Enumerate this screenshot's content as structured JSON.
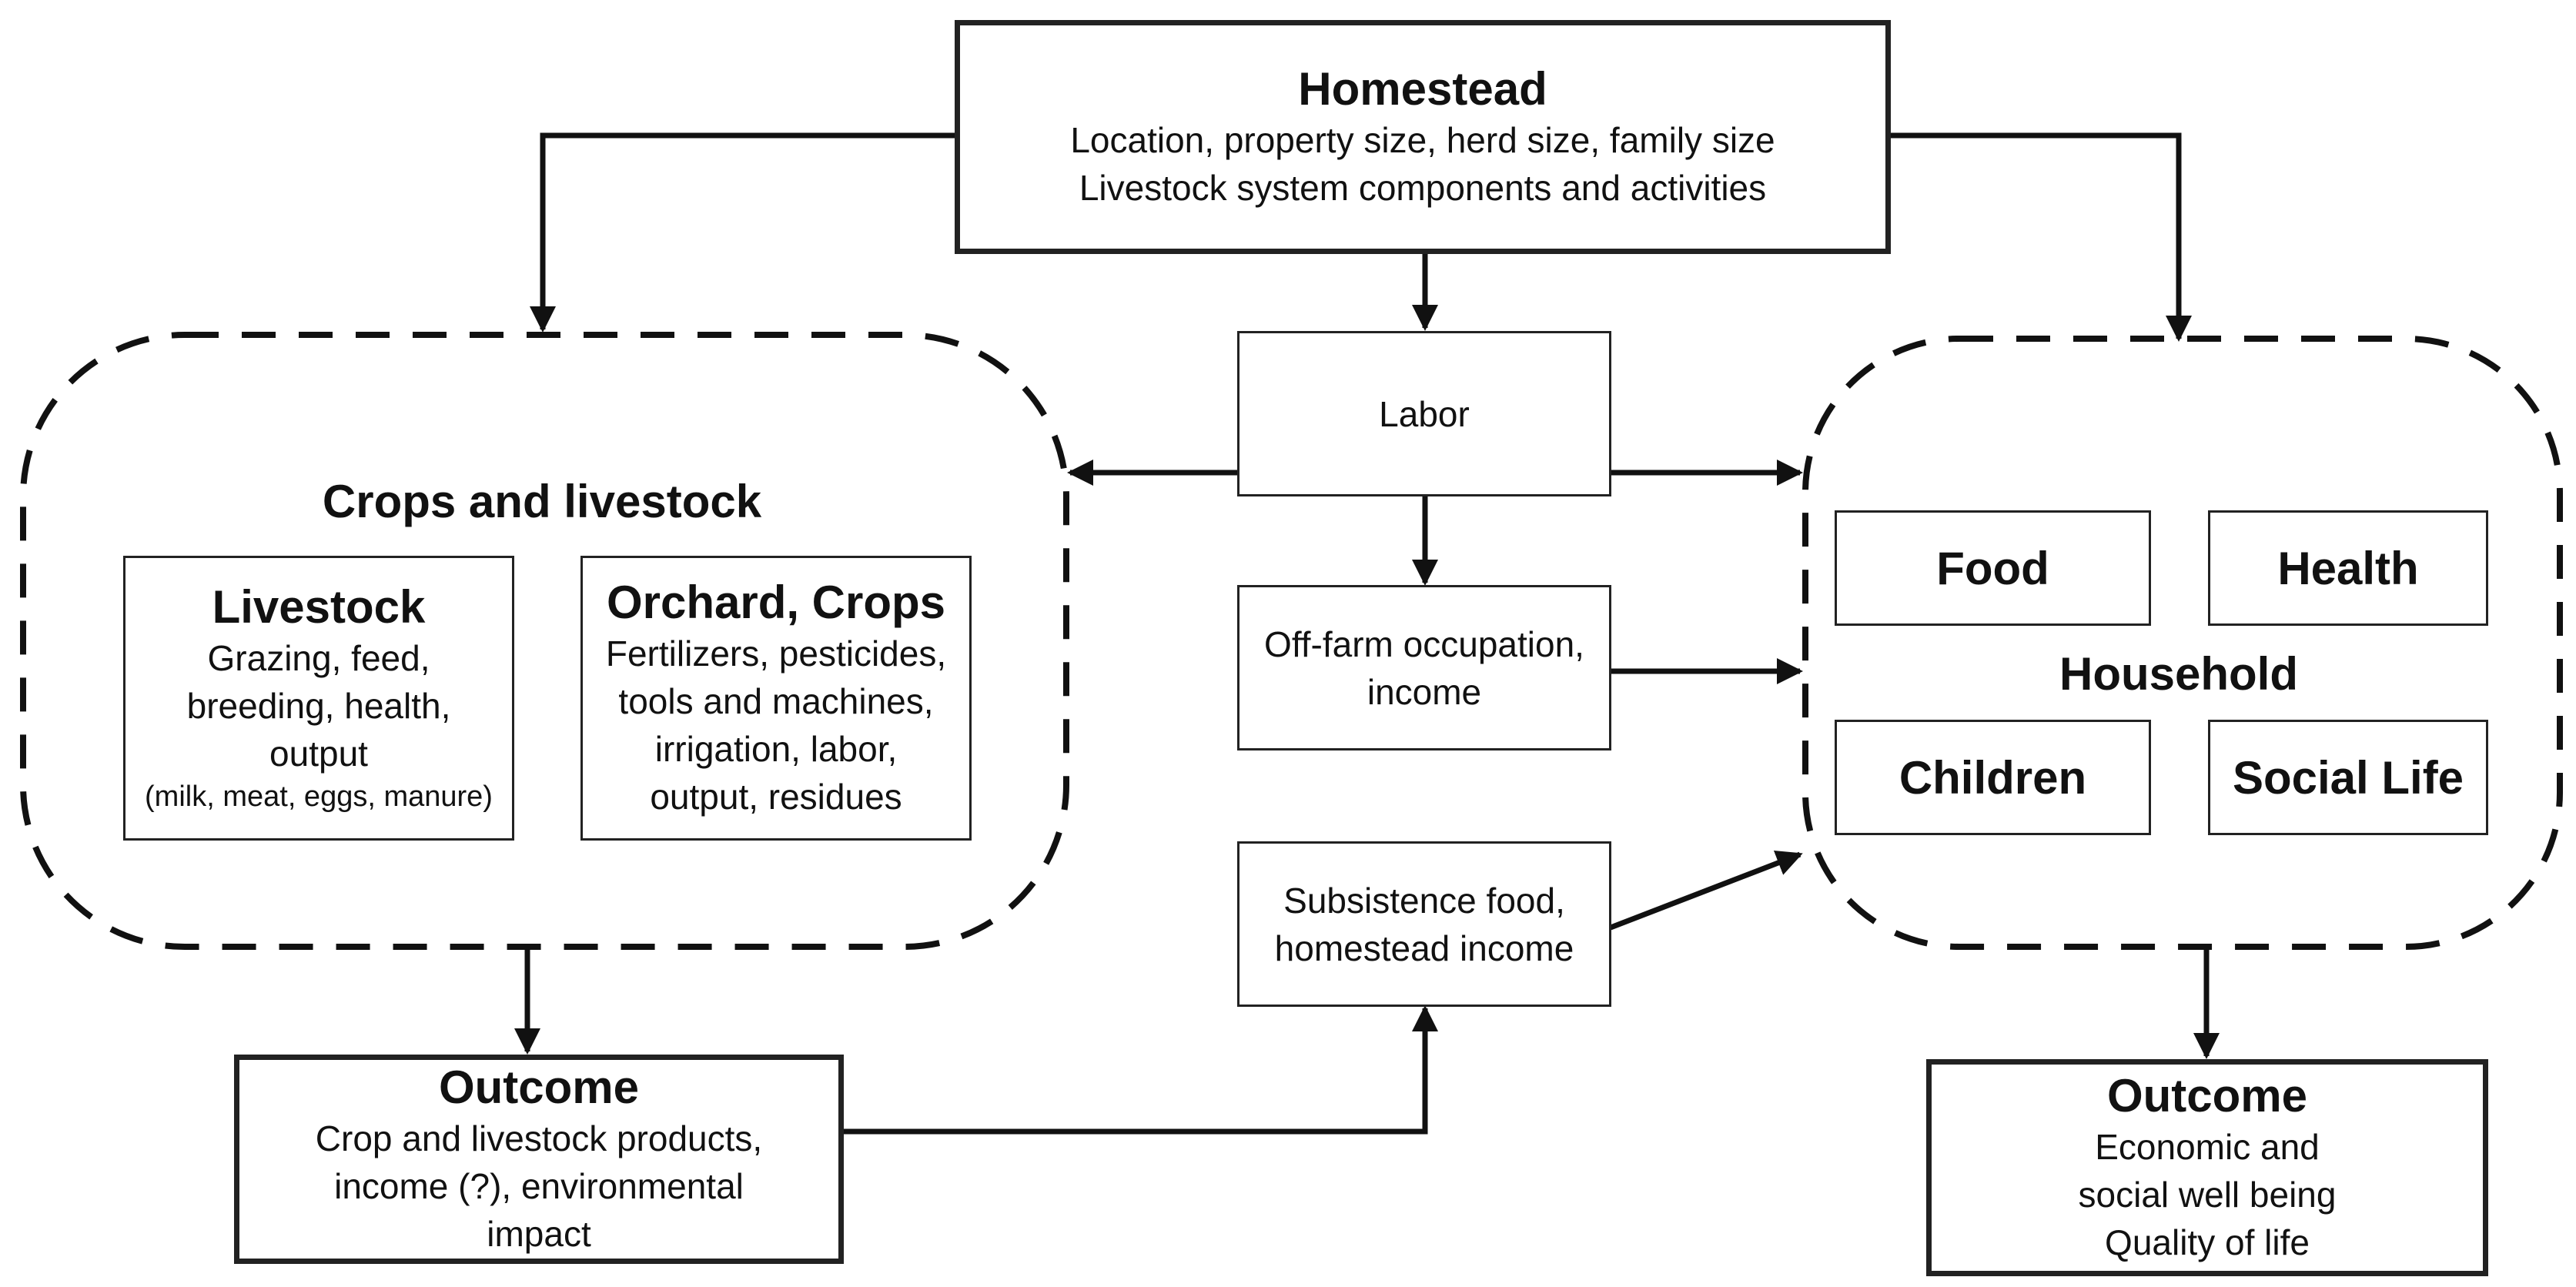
{
  "homestead": {
    "title": "Homestead",
    "lines": [
      "Location, property size, herd size, family size",
      "Livestock system components and activities"
    ]
  },
  "crops_livestock": {
    "label": "Crops and livestock",
    "livestock": {
      "title": "Livestock",
      "lines": [
        "Grazing, feed,",
        "breeding, health,",
        "output"
      ],
      "small": "(milk, meat, eggs, manure)"
    },
    "orchard": {
      "title": "Orchard, Crops",
      "lines": [
        "Fertilizers, pesticides,",
        "tools and machines,",
        "irrigation, labor,",
        "output, residues"
      ]
    }
  },
  "labor": {
    "label": "Labor"
  },
  "offfarm": {
    "lines": [
      "Off-farm occupation,",
      "income"
    ]
  },
  "subsistence": {
    "lines": [
      "Subsistence food,",
      "homestead income"
    ]
  },
  "household": {
    "label": "Household",
    "cells": [
      "Food",
      "Health",
      "Children",
      "Social Life"
    ]
  },
  "outcome_left": {
    "title": "Outcome",
    "lines": [
      "Crop and livestock products,",
      "income (?), environmental",
      "impact"
    ]
  },
  "outcome_right": {
    "title": "Outcome",
    "lines": [
      "Economic and",
      "social well being",
      "Quality of life"
    ]
  }
}
